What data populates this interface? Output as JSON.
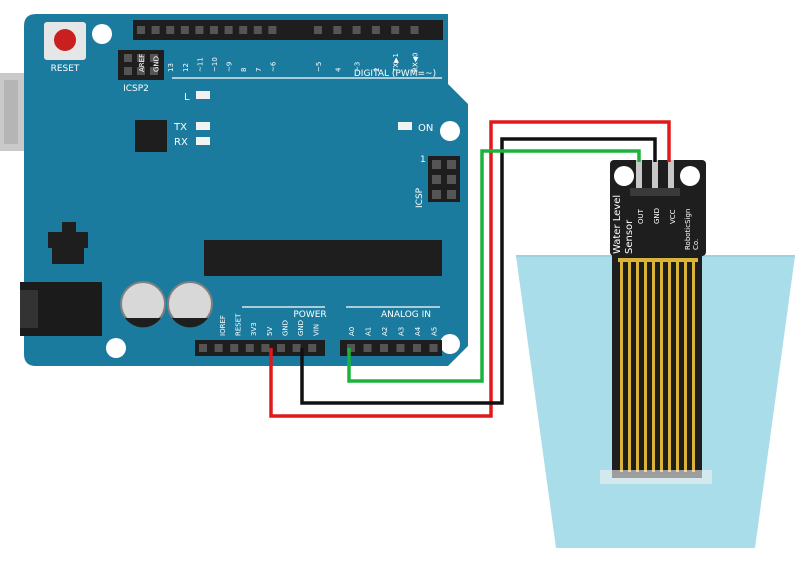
{
  "board": {
    "reset_label": "RESET",
    "icsp2_label": "ICSP2",
    "l_label": "L",
    "tx_label": "TX",
    "rx_label": "RX",
    "on_label": "ON",
    "icsp_label": "ICSP",
    "icsp_pin1": "1",
    "digital_label": "DIGITAL (PWM=~)",
    "digital_pins": [
      "AREF",
      "GND",
      "13",
      "12",
      "~11",
      "~10",
      "~9",
      "8",
      "7",
      "~6",
      "~5",
      "4",
      "~3",
      "2",
      "TX▶1",
      "RX◀0"
    ],
    "power_label": "POWER",
    "power_pins": [
      "IOREF",
      "RESET",
      "3V3",
      "5V",
      "GND",
      "GND",
      "VIN"
    ],
    "analog_label": "ANALOG IN",
    "analog_pins": [
      "A0",
      "A1",
      "A2",
      "A3",
      "A4",
      "A5"
    ]
  },
  "sensor": {
    "title_line1": "Water Level",
    "title_line2": "Sensor",
    "pin_labels": [
      "OUT",
      "GND",
      "VCC"
    ],
    "brand_line1": "RoboticSign",
    "brand_line2": "Co."
  },
  "colors": {
    "board": "#1a7b9e",
    "wire_power": "#e01a1a",
    "wire_ground": "#111111",
    "wire_signal": "#1bb33c",
    "water": "#a8dde9",
    "sensor_traces": "#d9b33a"
  }
}
